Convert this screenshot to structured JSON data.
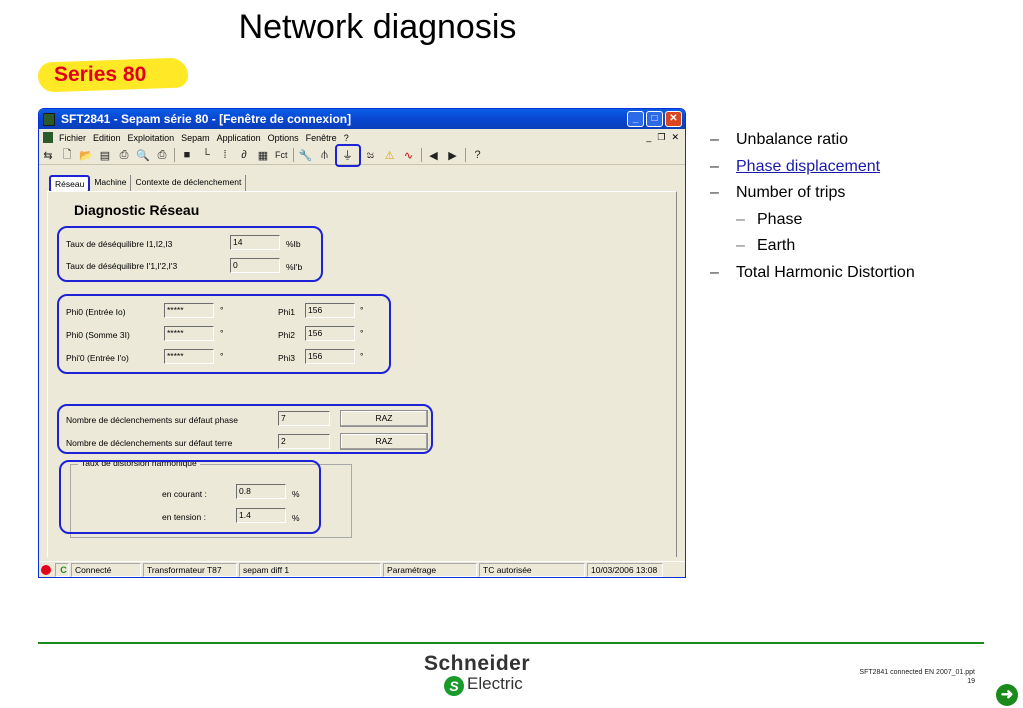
{
  "slide": {
    "title": "Network diagnosis",
    "series_label": "Series 80"
  },
  "window": {
    "title": "SFT2841 - Sepam série 80 - [Fenêtre de connexion]",
    "menu": [
      "Fichier",
      "Edition",
      "Exploitation",
      "Sepam",
      "Application",
      "Options",
      "Fenêtre",
      "?"
    ],
    "toolbar": {
      "fct_label": "Fct",
      "icons": [
        "new-file-icon",
        "open-folder-icon",
        "save-icon",
        "print-icon",
        "print-preview-icon",
        "printer-icon",
        "disk-icon",
        "graph-icon",
        "io-icon",
        "logic-icon",
        "table-icon",
        "wrench-icon",
        "network-icon",
        "network-diagnosis-icon",
        "tree-icon",
        "warning-icon",
        "waveform-icon",
        "arrow-left-icon",
        "arrow-right-icon",
        "help-icon"
      ]
    },
    "tabs": [
      "Réseau",
      "Machine",
      "Contexte de déclenchement"
    ],
    "section_title": "Diagnostic Réseau",
    "unbalance": {
      "label1": "Taux de déséquilibre I1,I2,I3",
      "value1": "14",
      "unit1": "%Ib",
      "label2": "Taux de déséquilibre I'1,I'2,I'3",
      "value2": "0",
      "unit2": "%I'b"
    },
    "phase": {
      "rows": [
        {
          "label": "Phi0 (Entrée Io)",
          "value": "*****",
          "unit": "°",
          "label_b": "Phi1",
          "value_b": "156",
          "unit_b": "°"
        },
        {
          "label": "Phi0 (Somme 3I)",
          "value": "*****",
          "unit": "°",
          "label_b": "Phi2",
          "value_b": "156",
          "unit_b": "°"
        },
        {
          "label": "Phi'0 (Entrée I'o)",
          "value": "*****",
          "unit": "°",
          "label_b": "Phi3",
          "value_b": "156",
          "unit_b": "°"
        }
      ]
    },
    "trips": {
      "phase_label": "Nombre de déclenchements sur défaut phase",
      "phase_value": "7",
      "earth_label": "Nombre de déclenchements sur défaut terre",
      "earth_value": "2",
      "reset_label": "RAZ"
    },
    "thd": {
      "group_label": "Taux de distorsion harmonique",
      "current_label": "en courant :",
      "current_value": "0.8",
      "voltage_label": "en tension :",
      "voltage_value": "1.4",
      "unit": "%"
    },
    "status": {
      "connection_icon": "C",
      "connected": "Connecté",
      "device": "Transformateur T87",
      "application": "sepam diff 1",
      "mode": "Paramétrage",
      "tc": "TC autorisée",
      "datetime": "10/03/2006  13:08"
    }
  },
  "bullets": [
    {
      "text": "Unbalance ratio",
      "level": 1
    },
    {
      "text": "Phase displacement",
      "level": 1,
      "link": true
    },
    {
      "text": "Number of trips",
      "level": 1
    },
    {
      "text": "Phase",
      "level": 2
    },
    {
      "text": "Earth",
      "level": 2
    },
    {
      "text": "Total Harmonic Distortion",
      "level": 1
    }
  ],
  "footer": {
    "brand_line1": "Schneider",
    "brand_line2": "Electric",
    "brand_mark": "S",
    "doc_ref": "SFT2841 connected EN 2007_01.ppt",
    "page_number": "19"
  },
  "colors": {
    "highlight": "#1d22d6",
    "series_badge": "#ffe826",
    "series_text": "#e2001a",
    "rule": "#1a8a1a"
  }
}
